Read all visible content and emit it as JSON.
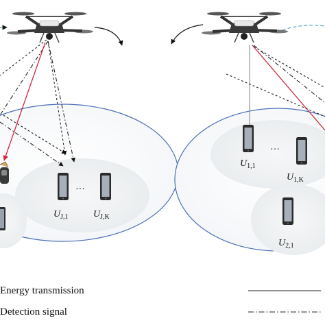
{
  "users": {
    "left_cluster": {
      "first": {
        "symbol": "U",
        "sub": "J,1"
      },
      "last": {
        "symbol": "U",
        "sub": "J,K"
      },
      "dots": "…"
    },
    "right_top_cluster": {
      "first": {
        "symbol": "U",
        "sub": "1,1"
      },
      "last": {
        "symbol": "U",
        "sub": "1,K"
      },
      "dots": "…"
    },
    "right_bottom_cluster": {
      "first": {
        "symbol": "U",
        "sub": "2,1"
      }
    }
  },
  "legend": {
    "items": [
      {
        "label": "Energy transmission",
        "line_style": "solid"
      },
      {
        "label": "Detection signal",
        "line_style": "dash-dot"
      }
    ]
  },
  "colors": {
    "ellipse_stroke": "#4a6fb5",
    "cluster_fill": "#eef0f2",
    "red_link": "#d0283c",
    "dark_link": "#222222",
    "gray_link": "#8c8c8c"
  }
}
